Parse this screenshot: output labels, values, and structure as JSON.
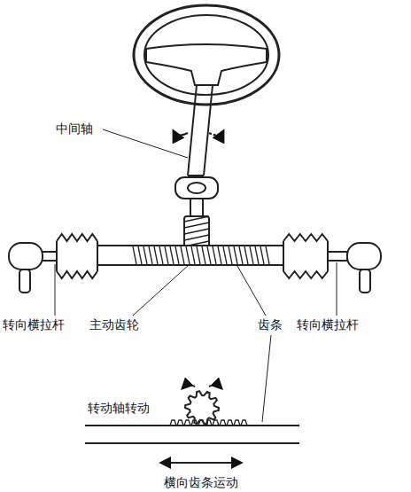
{
  "diagram": {
    "labels": [
      "中间轴",
      "转向横拉杆",
      "主动齿轮",
      "齿条",
      "转向横拉杆",
      "转动轴转动",
      "横向齿条运动"
    ]
  }
}
